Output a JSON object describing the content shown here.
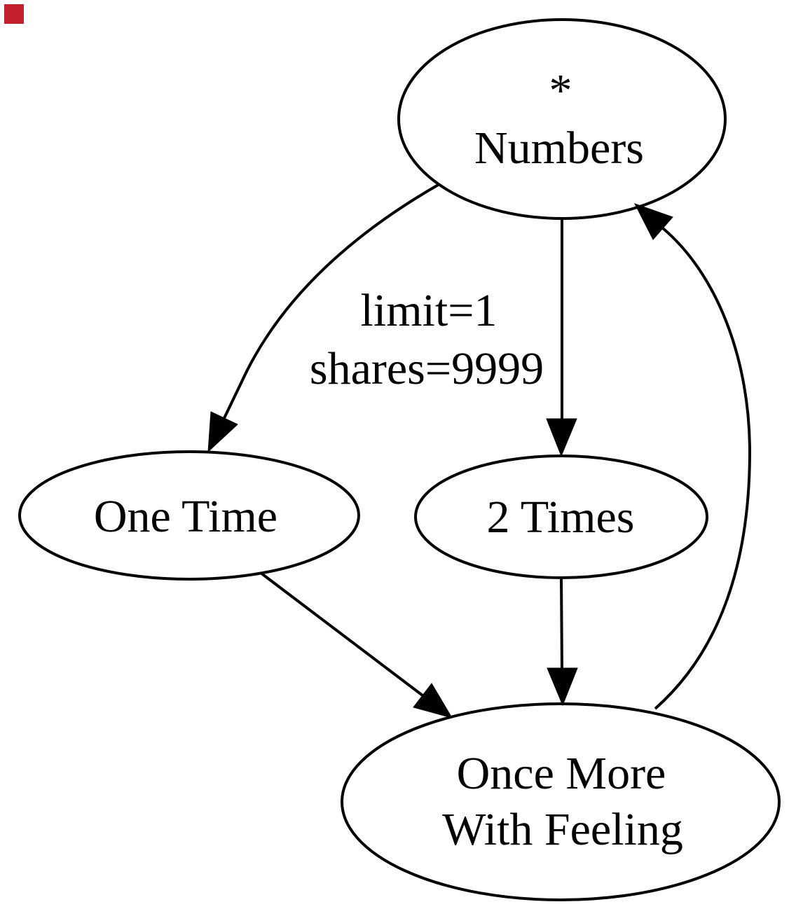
{
  "red_marker": {
    "color": "#c2202a"
  },
  "diagram": {
    "background_color": "#ffffff",
    "stroke_color": "#000000",
    "nodes": [
      {
        "id": "numbers",
        "label_lines": [
          "*",
          "Numbers"
        ]
      },
      {
        "id": "one-time",
        "label_lines": [
          "One Time"
        ]
      },
      {
        "id": "two-times",
        "label_lines": [
          "2 Times"
        ]
      },
      {
        "id": "once-more-with-feeling",
        "label_lines": [
          "Once More",
          "With Feeling"
        ]
      }
    ],
    "edges": [
      {
        "from": "Numbers",
        "to": "One Time"
      },
      {
        "from": "Numbers",
        "to": "2 Times",
        "label_lines": [
          "limit=1",
          "shares=9999"
        ]
      },
      {
        "from": "One Time",
        "to": "Once More With Feeling"
      },
      {
        "from": "2 Times",
        "to": "Once More With Feeling"
      },
      {
        "from": "Once More With Feeling",
        "to": "Numbers"
      }
    ]
  }
}
